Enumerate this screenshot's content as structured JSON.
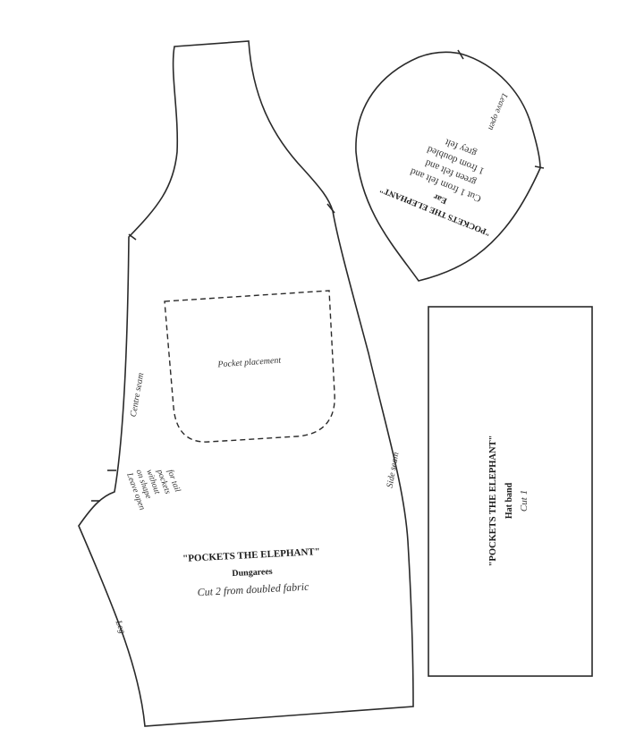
{
  "dungarees": {
    "title": "\"POCKETS THE ELEPHANT\"",
    "name": "Dungarees",
    "instruction": "Cut 2 from doubled fabric",
    "pocket_label": "Pocket placement",
    "centre_seam": "Centre seam",
    "side_seam": "Side seam",
    "leg": "Leg",
    "leave_open_lines": [
      "Leave open",
      "on shape",
      "without",
      "pockets",
      "for tail"
    ]
  },
  "ear": {
    "title": "\"POCKETS THE ELEPHANT\"",
    "name": "Ear",
    "instruction_lines": [
      "Cut 1 from felt and",
      "green felt and",
      "1 from doubled",
      "grey felt"
    ],
    "leave_open": "Leave open"
  },
  "hat_band": {
    "title": "\"POCKETS THE ELEPHANT\"",
    "name": "Hat band",
    "instruction": "Cut 1"
  }
}
